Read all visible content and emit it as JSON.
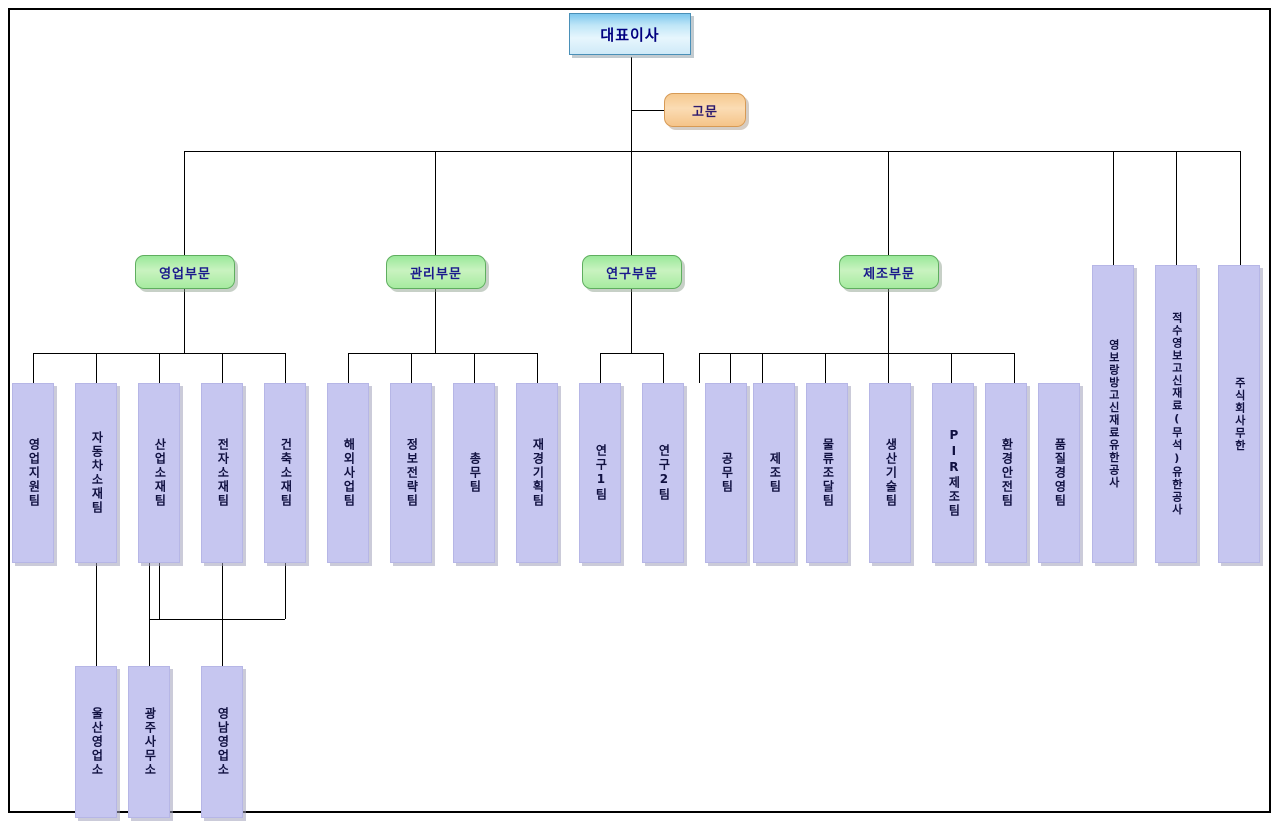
{
  "chart": {
    "title_node": {
      "label": "대표이사",
      "type": "ceo"
    },
    "advisor_node": {
      "label": "고문",
      "type": "advisor"
    },
    "divisions": [
      {
        "id": "sales",
        "label": "영업부문"
      },
      {
        "id": "admin",
        "label": "관리부문"
      },
      {
        "id": "rnd",
        "label": "연구부문"
      },
      {
        "id": "mfg",
        "label": "제조부문"
      }
    ],
    "sales_teams": [
      {
        "label": "영업지원팀"
      },
      {
        "label": "자동차소재팀"
      },
      {
        "label": "산업소재팀"
      },
      {
        "label": "전자소재팀"
      },
      {
        "label": "건축소재팀"
      }
    ],
    "admin_teams": [
      {
        "label": "해외사업팀"
      },
      {
        "label": "정보전략팀"
      },
      {
        "label": "총무팀"
      },
      {
        "label": "재경기획팀"
      }
    ],
    "rnd_teams": [
      {
        "label": "연구1팀"
      },
      {
        "label": "연구2팀"
      }
    ],
    "mfg_teams": [
      {
        "label": "공무팀"
      },
      {
        "label": "제조팀"
      },
      {
        "label": "물류조달팀"
      },
      {
        "label": "생산기술팀"
      },
      {
        "label": "PIR제조팀"
      },
      {
        "label": "환경안전팀"
      },
      {
        "label": "품질경영팀"
      }
    ],
    "subsidiaries": [
      {
        "label": "영보랑방고신재료유한공사"
      },
      {
        "label": "적수영보고신재료(무석)유한공사"
      },
      {
        "label": "주식회사무한"
      }
    ],
    "branch_offices": [
      {
        "label": "울산영업소"
      },
      {
        "label": "광주사무소"
      },
      {
        "label": "영남영업소"
      }
    ],
    "colors": {
      "ceo_fill": "#bfe6f7",
      "advisor_fill": "#f6c98f",
      "division_fill": "#9ae89a",
      "team_fill": "#c6c6f0",
      "line": "#000000",
      "text_navy": "#1a1a8c"
    }
  }
}
